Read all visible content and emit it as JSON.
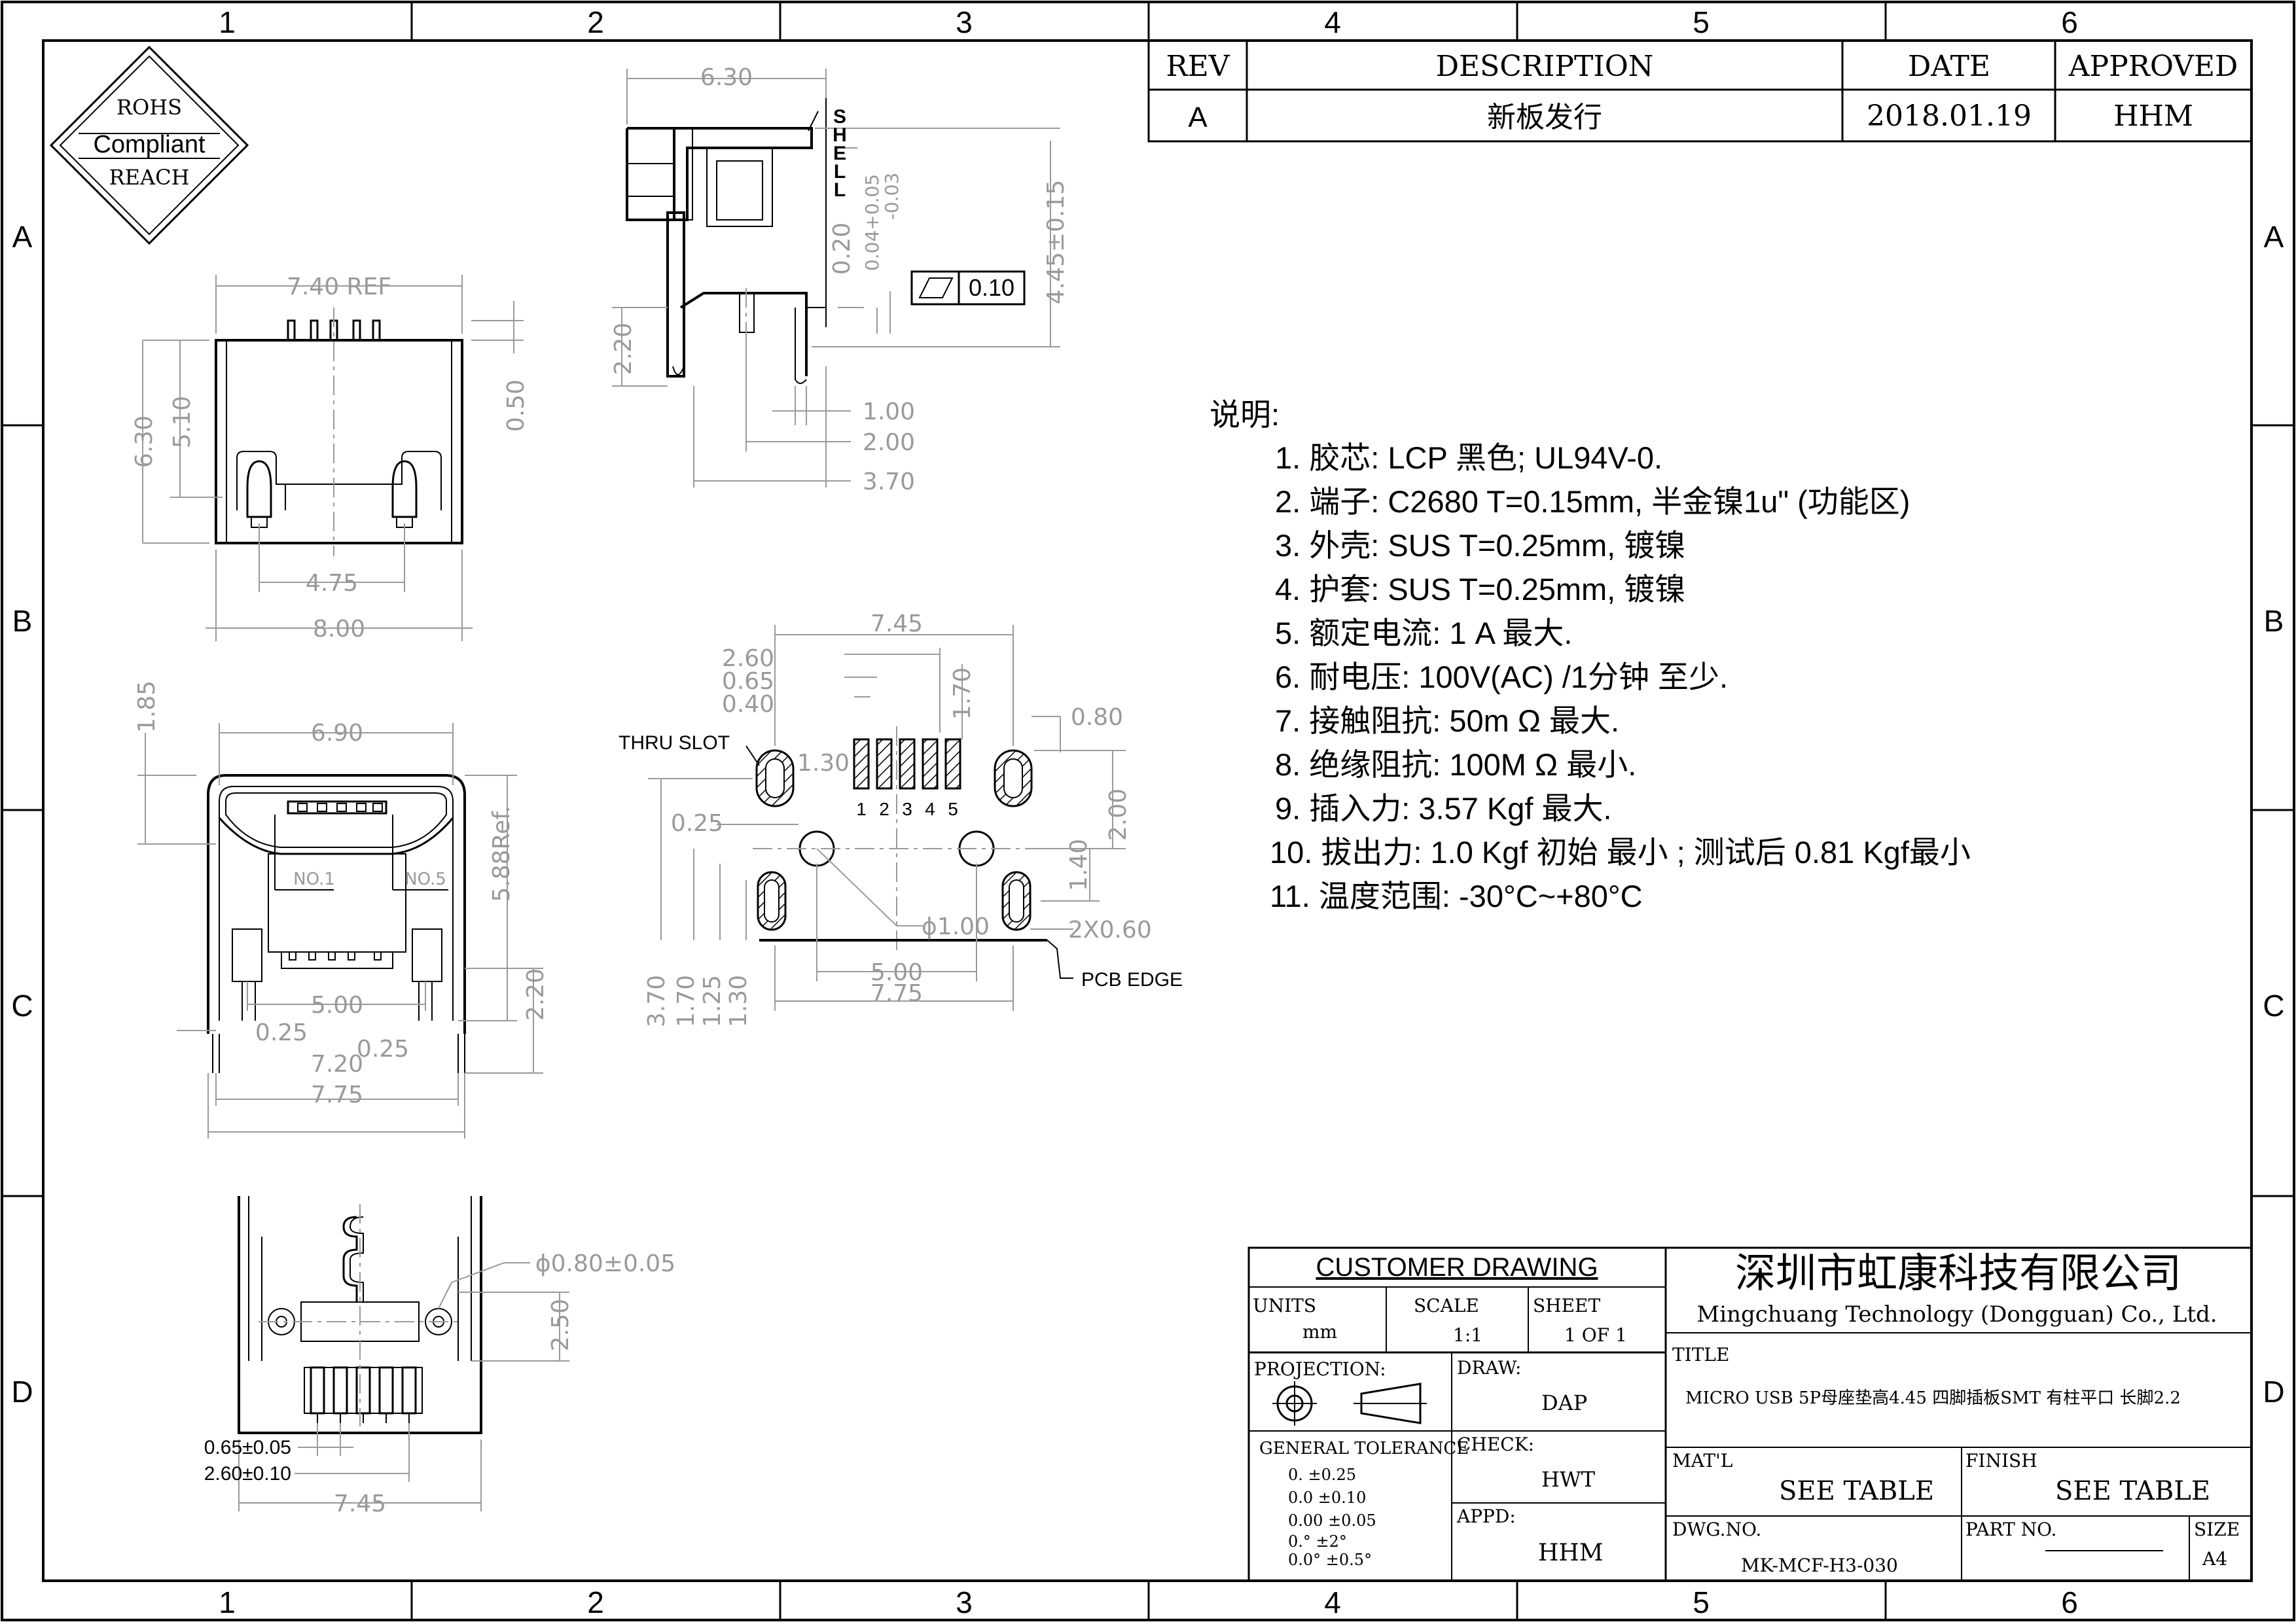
{
  "border": {
    "columns": [
      "1",
      "2",
      "3",
      "4",
      "5",
      "6"
    ],
    "rows": [
      "A",
      "B",
      "C",
      "D"
    ]
  },
  "logo": {
    "top": "ROHS",
    "middle": "Compliant",
    "bottom": "REACH"
  },
  "revision_table": {
    "headers": {
      "rev": "REV",
      "description": "DESCRIPTION",
      "date": "DATE",
      "approved": "APPROVED"
    },
    "row": {
      "rev": "A",
      "description": "新板发行",
      "date": "2018.01.19",
      "approved": "HHM"
    }
  },
  "notes": {
    "heading": "说明:",
    "items": [
      "1. 胶芯:  LCP   黑色; UL94V-0.",
      "2. 端子:  C2680   T=0.15mm,  半金镍1u\" (功能区)",
      "3. 外壳:  SUS  T=0.25mm, 镀镍",
      "4. 护套:  SUS  T=0.25mm, 镀镍",
      "5. 额定电流:  1 A 最大.",
      "6. 耐电压:  100V(AC)  /1分钟  至少.",
      "7. 接触阻抗:  50m Ω   最大.",
      "8. 绝缘阻抗:  100M  Ω   最小.",
      "9. 插入力:  3.57 Kgf 最大.",
      "10. 拔出力:  1.0 Kgf 初始  最小 ; 测试后   0.81 Kgf最小",
      "11. 温度范围:  -30°C~+80°C"
    ]
  },
  "views": {
    "top_view": {
      "width_ref": "7.40  REF",
      "h_outer": "6.30",
      "h_inner": "5.10",
      "h_pin": "0.50",
      "peg_spacing": "4.75",
      "width": "8.00"
    },
    "side_view": {
      "length": "6.30",
      "shell_letters": [
        "S",
        "H",
        "E",
        "L",
        "L"
      ],
      "t_shell": "0.20",
      "tol_upper": "0.04+0.05",
      "tol_lower": "-0.03",
      "height": "4.45±0.15",
      "flatness": "0.10",
      "standoff": "2.20",
      "d1": "1.00",
      "d2": "2.00",
      "d3": "3.70"
    },
    "front_view": {
      "top_height": "1.85",
      "width": "6.90",
      "label_no1": "NO.1",
      "label_no5": "NO.5",
      "height_ref": "5.88Ref.",
      "pitch": "5.00",
      "peg_h": "2.20",
      "t1": "0.25",
      "t2": "0.25",
      "w1": "7.20",
      "w2": "7.75"
    },
    "pcb_layout": {
      "overall": "7.45",
      "d260": "2.60",
      "d065": "0.65",
      "d040": "0.40",
      "d170": "1.70",
      "d080": "0.80",
      "slot_label": "THRU  SLOT",
      "d130": "1.30",
      "pin_numbers": [
        "1",
        "2",
        "3",
        "4",
        "5"
      ],
      "d200": "2.00",
      "d025": "0.25",
      "d140": "1.40",
      "hole": "ϕ1.00",
      "slots": "2X0.60",
      "edge": "PCB  EDGE",
      "d500": "5.00",
      "d775": "7.75",
      "v370": "3.70",
      "v170": "1.70",
      "v125": "1.25",
      "v130": "1.30"
    },
    "bottom_view": {
      "hole": "ϕ0.80±0.05",
      "h250": "2.50",
      "pitch": "0.65±0.05",
      "span": "2.60±0.10",
      "width": "7.45"
    }
  },
  "title_block": {
    "customer_drawing": "CUSTOMER  DRAWING",
    "company_cn": "深圳市虹康科技有限公司",
    "company_en": "Mingchuang Technology (Dongguan) Co., Ltd.",
    "units_label": "UNITS",
    "units": "mm",
    "scale_label": "SCALE",
    "scale": "1:1",
    "sheet_label": "SHEET",
    "sheet": "1 OF 1",
    "title_label": "TITLE",
    "title": "MICRO USB 5P母座垫高4.45 四脚插板SMT 有柱平口 长脚2.2",
    "projection_label": "PROJECTION:",
    "draw_label": "DRAW:",
    "draw": "DAP",
    "check_label": "CHECK:",
    "check": "HWT",
    "appd_label": "APPD:",
    "appd": "HHM",
    "tolerance_label": "GENERAL  TOLERANCE",
    "tolerances": [
      "0.    ±0.25",
      "0.0   ±0.10",
      "0.00  ±0.05",
      "0.°   ±2°",
      "0.0°  ±0.5°"
    ],
    "matl_label": "MAT'L",
    "matl": "SEE  TABLE",
    "finish_label": "FINISH",
    "finish": "SEE  TABLE",
    "dwg_label": "DWG.NO.",
    "dwg": "MK-MCF-H3-030",
    "part_label": "PART NO.",
    "size_label": "SIZE",
    "size": "A4"
  }
}
